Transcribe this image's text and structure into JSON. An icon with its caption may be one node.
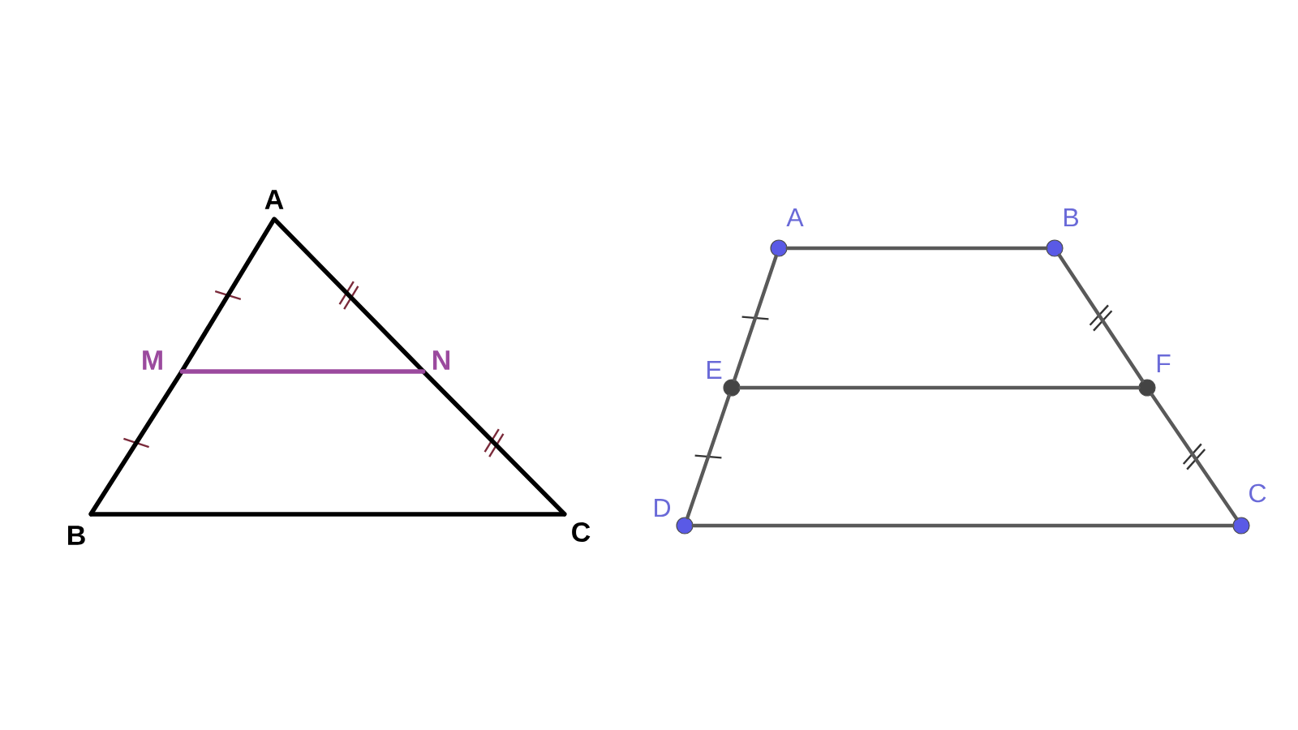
{
  "diagram": {
    "nodes": [
      {
        "text": [],
        "shape": "point",
        "beside": [
          "A"
        ]
      },
      {
        "text": [],
        "shape": "point",
        "beside": [
          "M"
        ]
      },
      {
        "text": [],
        "shape": "point",
        "beside": [
          "N"
        ]
      },
      {
        "text": [],
        "shape": "point",
        "beside": [
          "B"
        ]
      },
      {
        "text": [],
        "shape": "point",
        "beside": [
          "C"
        ]
      },
      {
        "text": [],
        "shape": "circle",
        "beside": [
          "A"
        ]
      },
      {
        "text": [],
        "shape": "circle",
        "beside": [
          "B"
        ]
      },
      {
        "text": [],
        "shape": "circle",
        "beside": [
          "E"
        ]
      },
      {
        "text": [],
        "shape": "circle",
        "beside": [
          "F"
        ]
      },
      {
        "text": [],
        "shape": "circle",
        "beside": [
          "D"
        ]
      },
      {
        "text": [],
        "shape": "circle",
        "beside": [
          "C"
        ]
      }
    ],
    "edges": [
      {
        "from": 0,
        "to": 1,
        "arrow": "none",
        "color": "#000000"
      },
      {
        "from": 1,
        "to": 3,
        "arrow": "none",
        "color": "#000000"
      },
      {
        "from": 0,
        "to": 2,
        "arrow": "none",
        "color": "#000000"
      },
      {
        "from": 2,
        "to": 4,
        "arrow": "none",
        "color": "#000000"
      },
      {
        "from": 3,
        "to": 4,
        "arrow": "none",
        "color": "#000000"
      },
      {
        "from": 1,
        "to": 2,
        "arrow": "none",
        "color": "#9b4a9e"
      },
      {
        "from": 5,
        "to": 6,
        "arrow": "none"
      },
      {
        "from": 5,
        "to": 7,
        "arrow": "none"
      },
      {
        "from": 7,
        "to": 9,
        "arrow": "none"
      },
      {
        "from": 6,
        "to": 8,
        "arrow": "none"
      },
      {
        "from": 8,
        "to": 10,
        "arrow": "none"
      },
      {
        "from": 9,
        "to": 10,
        "arrow": "none"
      },
      {
        "from": 7,
        "to": 8,
        "arrow": "none"
      }
    ]
  }
}
